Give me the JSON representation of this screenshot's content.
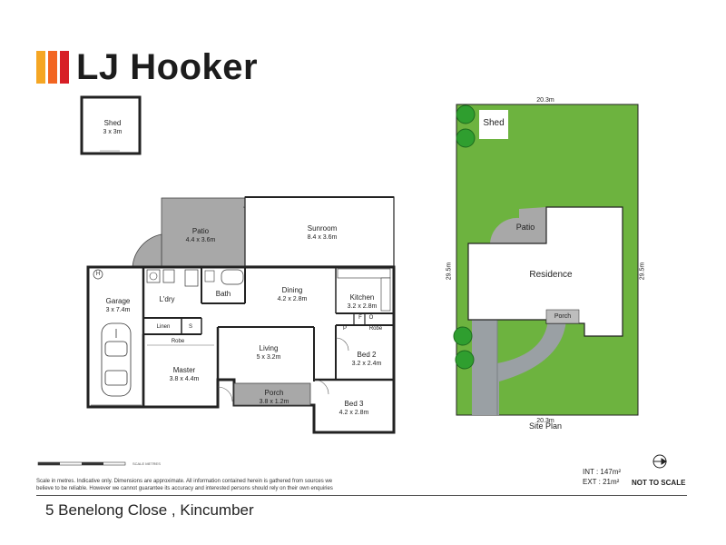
{
  "brand": {
    "name": "LJ Hooker",
    "colors": [
      "#f5a623",
      "#f26522",
      "#d71f26"
    ]
  },
  "rooms": {
    "shed": {
      "name": "Shed",
      "dim": "3 x 3m"
    },
    "patio": {
      "name": "Patio",
      "dim": "4.4 x 3.6m"
    },
    "sunroom": {
      "name": "Sunroom",
      "dim": "8.4 x 3.6m"
    },
    "garage": {
      "name": "Garage",
      "dim": "3 x 7.4m"
    },
    "ldry": {
      "name": "L'dry"
    },
    "bath": {
      "name": "Bath"
    },
    "dining": {
      "name": "Dining",
      "dim": "4.2 x 2.8m"
    },
    "kitchen": {
      "name": "Kitchen",
      "dim": "3.2 x 2.8m"
    },
    "linen": {
      "name": "Linen"
    },
    "robe1": {
      "name": "Robe"
    },
    "robe2": {
      "name": "Robe"
    },
    "s": {
      "name": "S"
    },
    "p": {
      "name": "P"
    },
    "f": {
      "name": "F"
    },
    "o": {
      "name": "O"
    },
    "h": {
      "name": "H"
    },
    "master": {
      "name": "Master",
      "dim": "3.8 x 4.4m"
    },
    "living": {
      "name": "Living",
      "dim": "5 x 3.2m"
    },
    "bed2": {
      "name": "Bed 2",
      "dim": "3.2 x 2.4m"
    },
    "porch": {
      "name": "Porch",
      "dim": "3.8 x 1.2m"
    },
    "bed3": {
      "name": "Bed 3",
      "dim": "4.2 x 2.8m"
    }
  },
  "site": {
    "top_dim": "20.3m",
    "bottom_dim": "20.3m",
    "left_dim": "29.5m",
    "right_dim": "29.5m",
    "shed": "Shed",
    "patio": "Patio",
    "residence": "Residence",
    "porch": "Porch",
    "caption": "Site Plan",
    "lawn_color": "#6db33f"
  },
  "scale_label": "SCALE METRES",
  "disclaimer": "Scale in metres. Indicative only. Dimensions are approximate. All information contained herein is gathered from sources we believe to be reliable. However we cannot guarantee its accuracy and interested persons should rely on their own enquiries",
  "area": {
    "int": "INT : 147m²",
    "ext": "EXT :   21m²"
  },
  "not_to_scale": "NOT TO SCALE",
  "address": "5 Benelong Close , Kincumber"
}
